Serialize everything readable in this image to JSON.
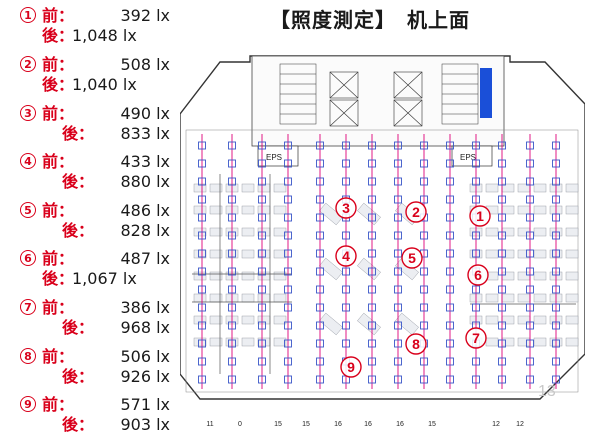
{
  "title": "【照度測定】　机上面",
  "measurements": [
    {
      "num": "1",
      "before_label": "前：",
      "before": "392 lx",
      "after_label": "後：",
      "after": "1,048 lx"
    },
    {
      "num": "2",
      "before_label": "前：",
      "before": "508 lx",
      "after_label": "後：",
      "after": "1,040 lx"
    },
    {
      "num": "3",
      "before_label": "前：",
      "before": "490 lx",
      "after_label": "後：",
      "after": "833 lx"
    },
    {
      "num": "4",
      "before_label": "前：",
      "before": "433 lx",
      "after_label": "後：",
      "after": "880 lx"
    },
    {
      "num": "5",
      "before_label": "前：",
      "before": "486 lx",
      "after_label": "後：",
      "after": "828 lx"
    },
    {
      "num": "6",
      "before_label": "前：",
      "before": "487 lx",
      "after_label": "後：",
      "after": "1,067 lx"
    },
    {
      "num": "7",
      "before_label": "前：",
      "before": "386 lx",
      "after_label": "後：",
      "after": "968 lx"
    },
    {
      "num": "8",
      "before_label": "前：",
      "before": "506 lx",
      "after_label": "後：",
      "after": "926 lx"
    },
    {
      "num": "9",
      "before_label": "前：",
      "before": "571 lx",
      "after_label": "後：",
      "after": "903 lx"
    }
  ],
  "plan": {
    "room_labels": [
      "EPS",
      "EPS"
    ],
    "column_numbers": [
      "11",
      "0",
      "15",
      "15",
      "16",
      "16",
      "16",
      "15",
      "12",
      "12"
    ],
    "corner_number": "13",
    "accent": "#d9001b",
    "line_color": "#e0007a",
    "fixture_color": "#3a56c8"
  }
}
